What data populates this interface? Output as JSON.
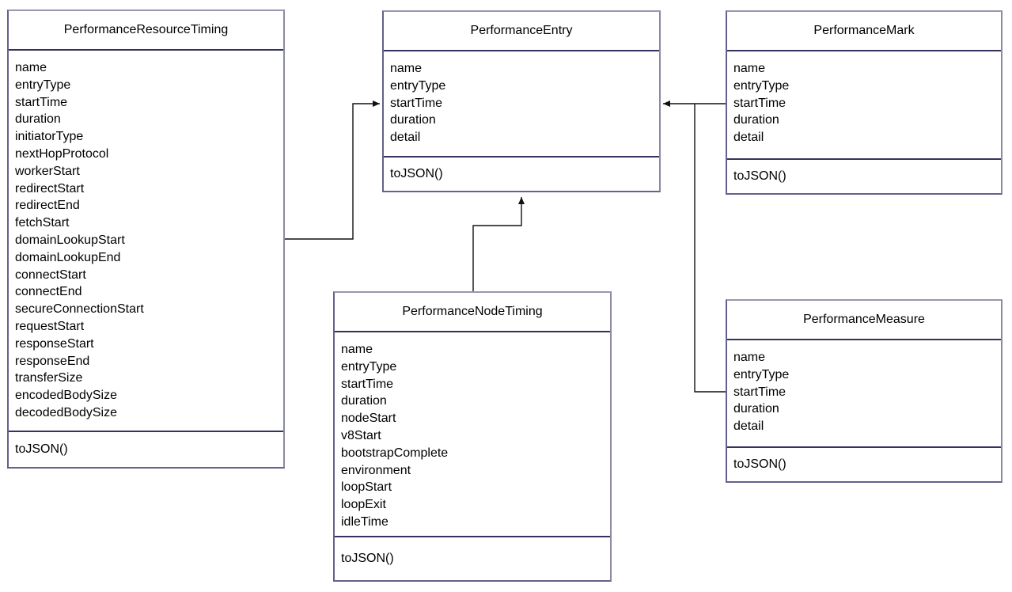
{
  "diagram_type": "uml-class-diagram",
  "colors": {
    "background": "#ffffff",
    "box_border": "#62628a",
    "section_separator": "#33335e",
    "connector": "#000000",
    "text": "#000000"
  },
  "classes": [
    {
      "id": "performance-resource-timing",
      "name": "PerformanceResourceTiming",
      "attributes": [
        "name",
        "entryType",
        "startTime",
        "duration",
        "initiatorType",
        "nextHopProtocol",
        "workerStart",
        "redirectStart",
        "redirectEnd",
        "fetchStart",
        "domainLookupStart",
        "domainLookupEnd",
        "connectStart",
        "connectEnd",
        "secureConnectionStart",
        "requestStart",
        "responseStart",
        "responseEnd",
        "transferSize",
        "encodedBodySize",
        "decodedBodySize"
      ],
      "methods": [
        "toJSON()"
      ]
    },
    {
      "id": "performance-entry",
      "name": "PerformanceEntry",
      "attributes": [
        "name",
        "entryType",
        "startTime",
        "duration",
        "detail"
      ],
      "methods": [
        "toJSON()"
      ]
    },
    {
      "id": "performance-mark",
      "name": "PerformanceMark",
      "attributes": [
        "name",
        "entryType",
        "startTime",
        "duration",
        "detail"
      ],
      "methods": [
        "toJSON()"
      ]
    },
    {
      "id": "performance-node-timing",
      "name": "PerformanceNodeTiming",
      "attributes": [
        "name",
        "entryType",
        "startTime",
        "duration",
        "nodeStart",
        "v8Start",
        "bootstrapComplete",
        "environment",
        "loopStart",
        "loopExit",
        "idleTime"
      ],
      "methods": [
        "toJSON()"
      ]
    },
    {
      "id": "performance-measure",
      "name": "PerformanceMeasure",
      "attributes": [
        "name",
        "entryType",
        "startTime",
        "duration",
        "detail"
      ],
      "methods": [
        "toJSON()"
      ]
    }
  ],
  "relationships": [
    {
      "from": "PerformanceResourceTiming",
      "to": "PerformanceEntry",
      "style": "solid-arrow"
    },
    {
      "from": "PerformanceMark",
      "to": "PerformanceEntry",
      "style": "solid-arrow"
    },
    {
      "from": "PerformanceMeasure",
      "to": "PerformanceEntry",
      "style": "solid-arrow"
    },
    {
      "from": "PerformanceNodeTiming",
      "to": "PerformanceEntry",
      "style": "solid-arrow"
    }
  ]
}
